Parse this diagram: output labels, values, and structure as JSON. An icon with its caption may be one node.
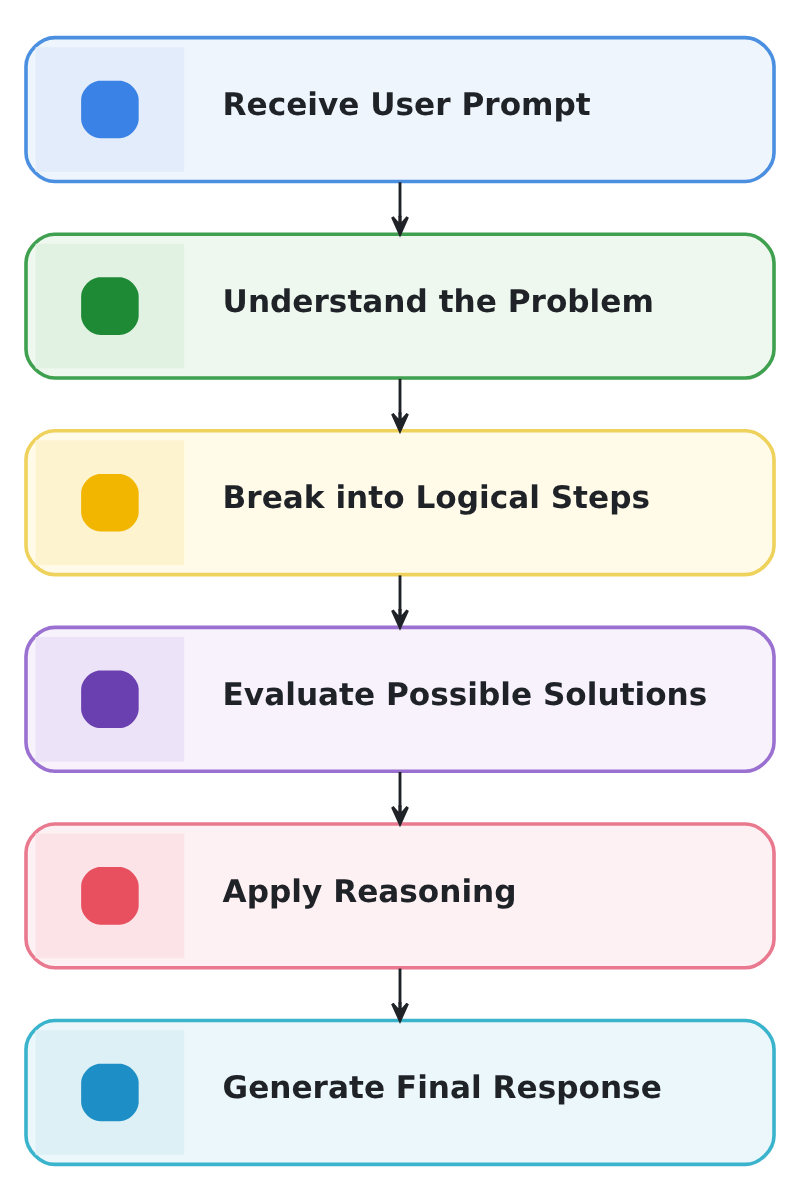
{
  "diagram": {
    "nodes": [
      {
        "text": [
          "Receive User Prompt"
        ]
      },
      {
        "text": [
          "Understand the Problem"
        ]
      },
      {
        "text": [
          "Break into Logical Steps"
        ]
      },
      {
        "text": [
          "Evaluate Possible Solutions"
        ]
      },
      {
        "text": [
          "Apply Reasoning"
        ]
      },
      {
        "text": [
          "Generate Final Response"
        ]
      }
    ],
    "edges": [
      {
        "from": 0,
        "to": 1,
        "arrow": "to"
      },
      {
        "from": 1,
        "to": 2,
        "arrow": "to"
      },
      {
        "from": 2,
        "to": 3,
        "arrow": "to"
      },
      {
        "from": 3,
        "to": 4,
        "arrow": "to"
      },
      {
        "from": 4,
        "to": 5,
        "arrow": "to"
      }
    ]
  }
}
